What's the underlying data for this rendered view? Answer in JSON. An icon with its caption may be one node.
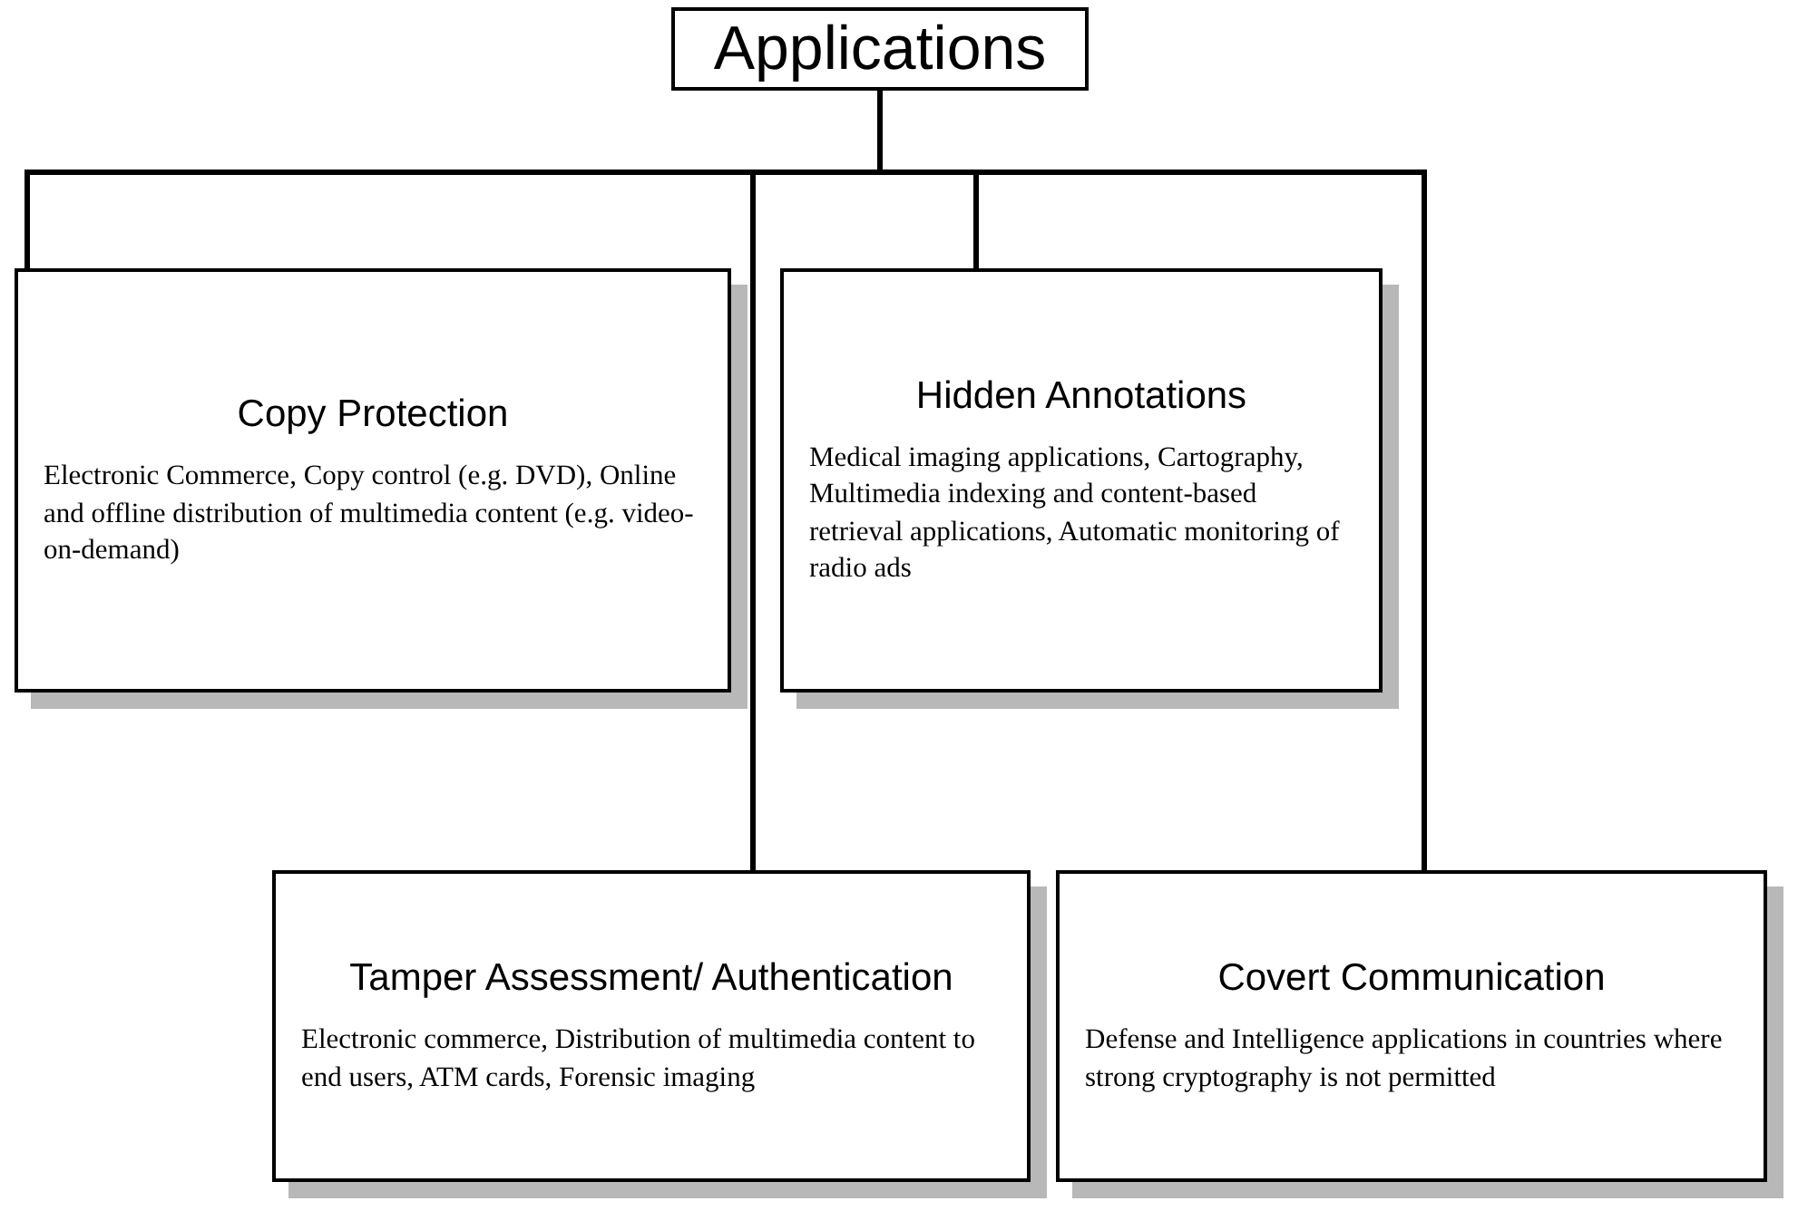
{
  "diagram": {
    "nodes": [
      {
        "text": [
          "Applications"
        ]
      },
      {
        "text": [
          "Copy Protection",
          "Electronic Commerce, Copy control (e.g. DVD), Online and offline distribution of multimedia content (e.g. video-on-demand)"
        ]
      },
      {
        "text": [
          "Hidden Annotations",
          "Medical imaging applications, Cartography, Multimedia indexing and content-based retrieval applications, Automatic monitoring of radio ads"
        ]
      },
      {
        "text": [
          "Tamper Assessment/ Authentication",
          "Electronic commerce, Distribution of multimedia content to end users, ATM cards, Forensic imaging"
        ]
      },
      {
        "text": [
          "Covert Communication",
          "Defense and Intelligence applications in countries where strong cryptography is not permitted"
        ]
      }
    ],
    "edges": [
      {
        "from": 0,
        "to": 1,
        "arrow": "none"
      },
      {
        "from": 0,
        "to": 3,
        "arrow": "none"
      },
      {
        "from": 0,
        "to": 2,
        "arrow": "none"
      },
      {
        "from": 0,
        "to": 4,
        "arrow": "none"
      }
    ]
  }
}
